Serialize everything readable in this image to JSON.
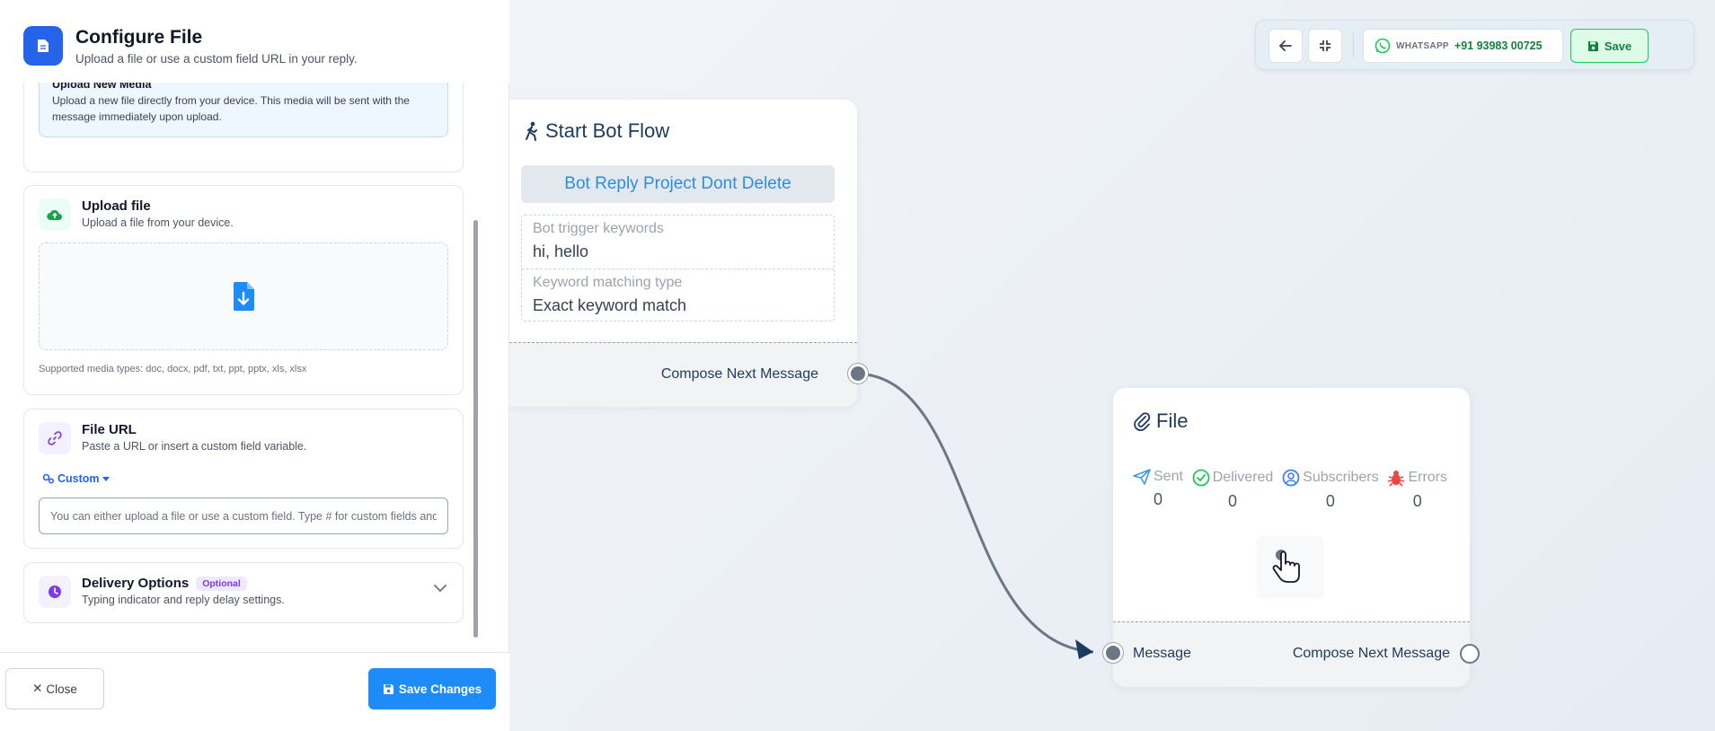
{
  "panel": {
    "title": "Configure File",
    "subtitle": "Upload a file or use a custom field URL in your reply.",
    "upload_info": {
      "title": "Upload New Media",
      "text": "Upload a new file directly from your device. This media will be sent with the message immediately upon upload."
    },
    "upload_file": {
      "title": "Upload file",
      "subtitle": "Upload a file from your device.",
      "supported": "Supported media types: doc, docx, pdf, txt, ppt, pptx, xls, xlsx"
    },
    "file_url": {
      "title": "File URL",
      "subtitle": "Paste a URL or insert a custom field variable.",
      "custom_label": "Custom",
      "placeholder": "You can either upload a file or use a custom field. Type # for custom fields and"
    },
    "delivery": {
      "title": "Delivery Options",
      "badge": "Optional",
      "subtitle": "Typing indicator and reply delay settings."
    },
    "footer": {
      "close_label": "Close",
      "save_label": "Save Changes"
    }
  },
  "toolbar": {
    "whatsapp_label": "WHATSAPP",
    "phone": "+91 93983 00725",
    "save_label": "Save"
  },
  "start_node": {
    "title": "Start Bot Flow",
    "project": "Bot Reply Project Dont Delete",
    "keywords_label": "Bot trigger keywords",
    "keywords_value": "hi, hello",
    "matching_label": "Keyword matching type",
    "matching_value": "Exact keyword match",
    "output_label": "Compose Next Message"
  },
  "file_node": {
    "title": "File",
    "stats": [
      {
        "label": "Sent",
        "value": "0",
        "icon": "paper-plane-icon",
        "color": "#3b9ae8"
      },
      {
        "label": "Delivered",
        "value": "0",
        "icon": "check-circle-icon",
        "color": "#22c55e"
      },
      {
        "label": "Subscribers",
        "value": "0",
        "icon": "user-circle-icon",
        "color": "#3b82f6"
      },
      {
        "label": "Errors",
        "value": "0",
        "icon": "bug-icon",
        "color": "#ef4444"
      }
    ],
    "input_label": "Message",
    "output_label": "Compose Next Message"
  },
  "colors": {
    "primary": "#2563eb",
    "save_button": "#1d8cf8",
    "whatsapp_green": "#15803d",
    "edge": "#6b7785"
  }
}
